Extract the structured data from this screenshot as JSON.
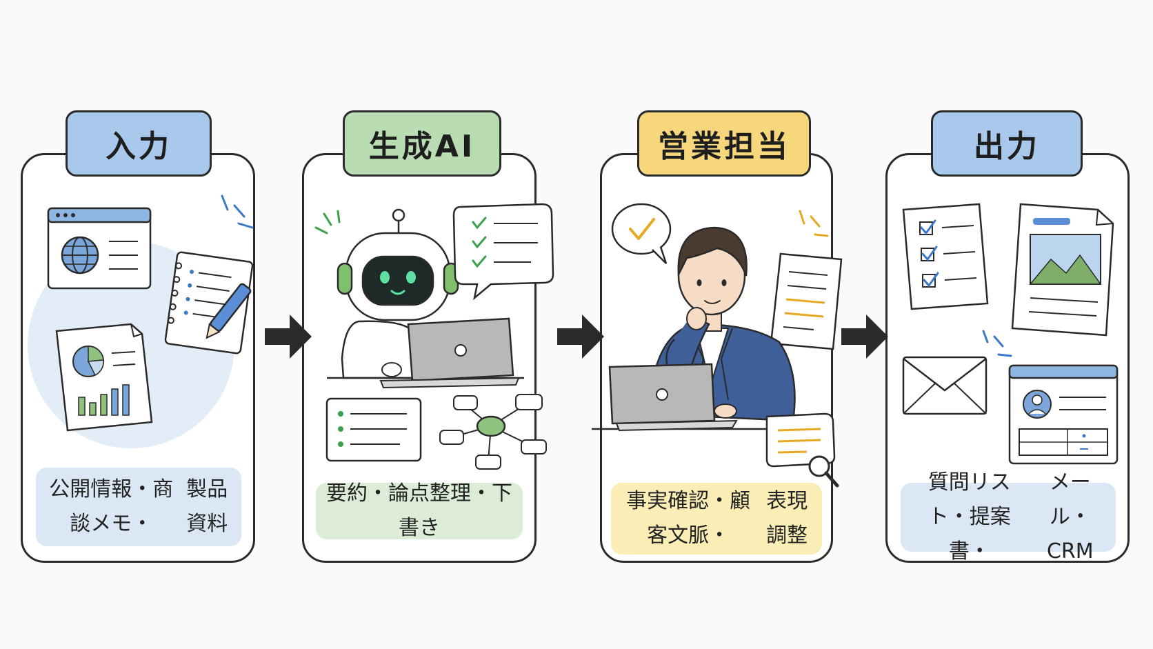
{
  "stages": [
    {
      "title": "入力",
      "caption_line1": "公開情報・商談メモ・",
      "caption_line2": "製品資料"
    },
    {
      "title": "生成AI",
      "caption_line1": "要約・論点整理・下書き",
      "caption_line2": ""
    },
    {
      "title": "営業担当",
      "caption_line1": "事実確認・顧客文脈・",
      "caption_line2": "表現調整"
    },
    {
      "title": "出力",
      "caption_line1": "質問リスト・提案書・",
      "caption_line2": "メール・CRM"
    }
  ],
  "colors": {
    "blue_tag": "#a9c9ec",
    "green_tag": "#b9dcb3",
    "yellow_tag": "#f6d77c",
    "blue_caption": "#dbe7f5",
    "green_caption": "#dcecd6",
    "yellow_caption": "#faeeb6",
    "outline": "#2a2a2a",
    "arrow": "#2a2a2a"
  },
  "icons": [
    "browser-globe-icon",
    "notebook-pen-icon",
    "pie-chart-document-icon",
    "robot-laptop-icon",
    "checklist-speech-bubble-icon",
    "bullet-list-card-icon",
    "mind-map-icon",
    "person-laptop-icon",
    "checkmark-bubble-icon",
    "document-highlight-icon",
    "magnifier-note-icon",
    "checklist-document-icon",
    "image-document-icon",
    "envelope-icon",
    "profile-window-icon",
    "right-arrow-icon"
  ]
}
